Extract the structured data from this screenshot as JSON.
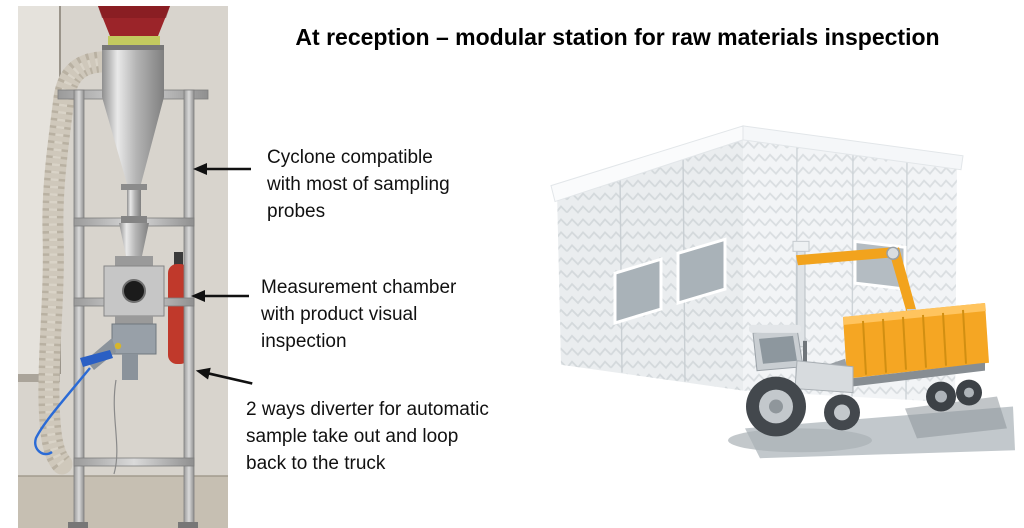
{
  "slide": {
    "title": "At reception – modular station for raw materials inspection"
  },
  "annotations": [
    {
      "lines": [
        "Cyclone compatible",
        "with most of sampling",
        "probes"
      ]
    },
    {
      "lines": [
        "Measurement chamber",
        "with product visual",
        "inspection"
      ]
    },
    {
      "lines": [
        "2 ways diverter for automatic",
        "sample take out and loop",
        "back to the truck"
      ]
    }
  ],
  "colors": {
    "cone_red": "#9b2429",
    "handle_blue": "#2a5fc4",
    "extinguisher_red": "#c0392b",
    "accent_orange": "#f2a31d",
    "trailer_orange": "#f5a623"
  }
}
